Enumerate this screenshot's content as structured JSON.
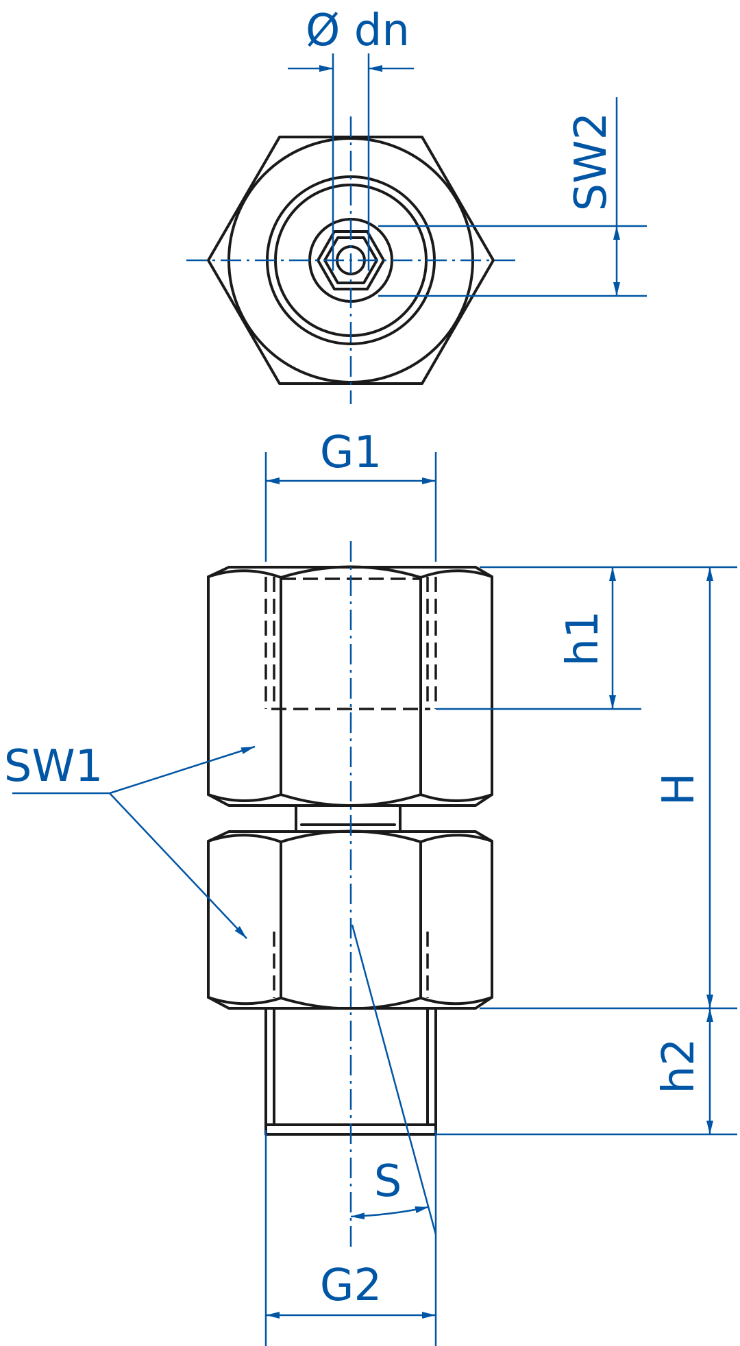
{
  "colors": {
    "dimension": "#0055a4",
    "outline": "#1a1a1a"
  },
  "labels": {
    "dn": "Ø dn",
    "sw2": "SW2",
    "g1": "G1",
    "h1": "h1",
    "h": "H",
    "sw1": "SW1",
    "h2": "h2",
    "s": "S",
    "g2": "G2"
  }
}
